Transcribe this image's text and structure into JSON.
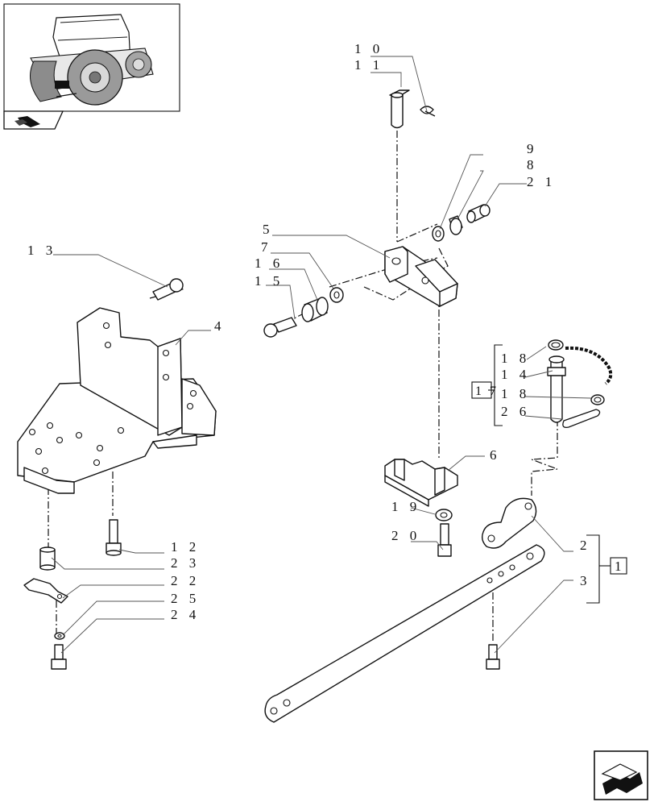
{
  "labels": {
    "l10": "1 0",
    "l11": "1 1",
    "l9": "9",
    "l8": "8",
    "l21": "2 1",
    "l5": "5",
    "l7": "7",
    "l16": "1 6",
    "l15": "1 5",
    "l13": "1 3",
    "l4": "4",
    "l18a": "1 8",
    "l14": "1 4",
    "l18b": "1 8",
    "l26": "2 6",
    "l17": "1 7",
    "l6": "6",
    "l19": "1 9",
    "l20": "2 0",
    "l12": "1 2",
    "l23": "2 3",
    "l22": "2 2",
    "l25": "2 5",
    "l24": "2 4",
    "l2": "2",
    "l3": "3",
    "l1": "1"
  }
}
